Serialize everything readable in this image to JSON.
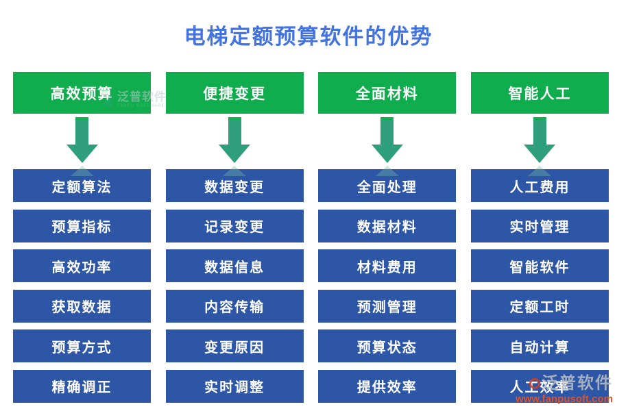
{
  "title": "电梯定额预算软件的优势",
  "colors": {
    "header_green": "#0fad4e",
    "item_blue": "#2e56a6",
    "arrow_teal": "#2f9f7b",
    "title_blue": "#4273de",
    "watermark_orange": "#e25225"
  },
  "columns": [
    {
      "header": "高效预算",
      "items": [
        "定额算法",
        "预算指标",
        "高效功率",
        "获取数据",
        "预算方式",
        "精确调正"
      ]
    },
    {
      "header": "便捷变更",
      "items": [
        "数据变更",
        "记录变更",
        "数据信息",
        "内容传输",
        "变更原因",
        "实时调整"
      ]
    },
    {
      "header": "全面材料",
      "items": [
        "全面处理",
        "数据材料",
        "材料费用",
        "预测管理",
        "预算状态",
        "提供效率"
      ]
    },
    {
      "header": "智能人工",
      "items": [
        "人工费用",
        "实时管理",
        "智能软件",
        "定额工时",
        "自动计算",
        "人工效率"
      ]
    }
  ],
  "watermarks": {
    "top_text": "泛普软件",
    "top_subtext": "FANPU SOFTWARE",
    "bottom_text": "泛普软件",
    "bottom_url": "www.fanpusoft.com"
  }
}
